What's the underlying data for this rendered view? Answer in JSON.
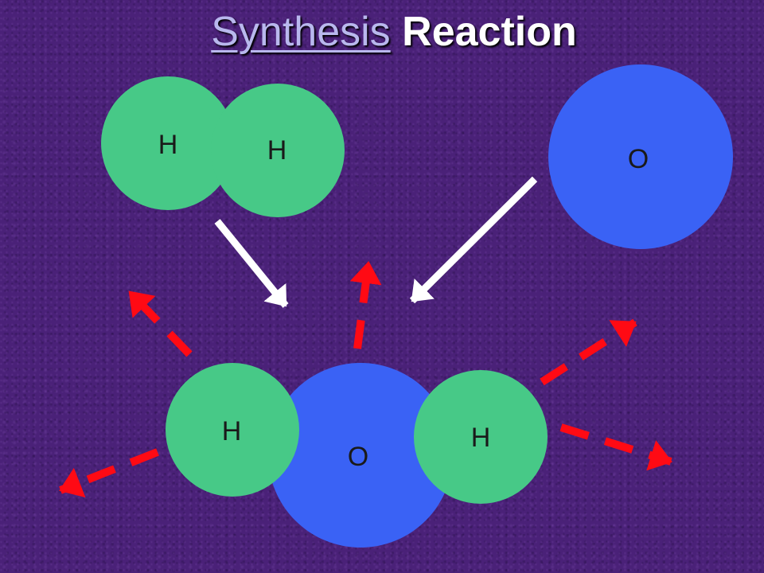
{
  "title": {
    "link_text": "Synthesis",
    "rest_text": "Reaction"
  },
  "atoms": {
    "reactant_h1": "H",
    "reactant_h2": "H",
    "reactant_o": "O",
    "product_o": "O",
    "product_h_left": "H",
    "product_h_right": "H"
  },
  "colors": {
    "background": "#4a2178",
    "hydrogen": "#47c987",
    "oxygen": "#3a62f5",
    "reaction_arrow": "#ffffff",
    "energy_arrow": "#ff0a14",
    "title_link": "#b9b8ee"
  }
}
